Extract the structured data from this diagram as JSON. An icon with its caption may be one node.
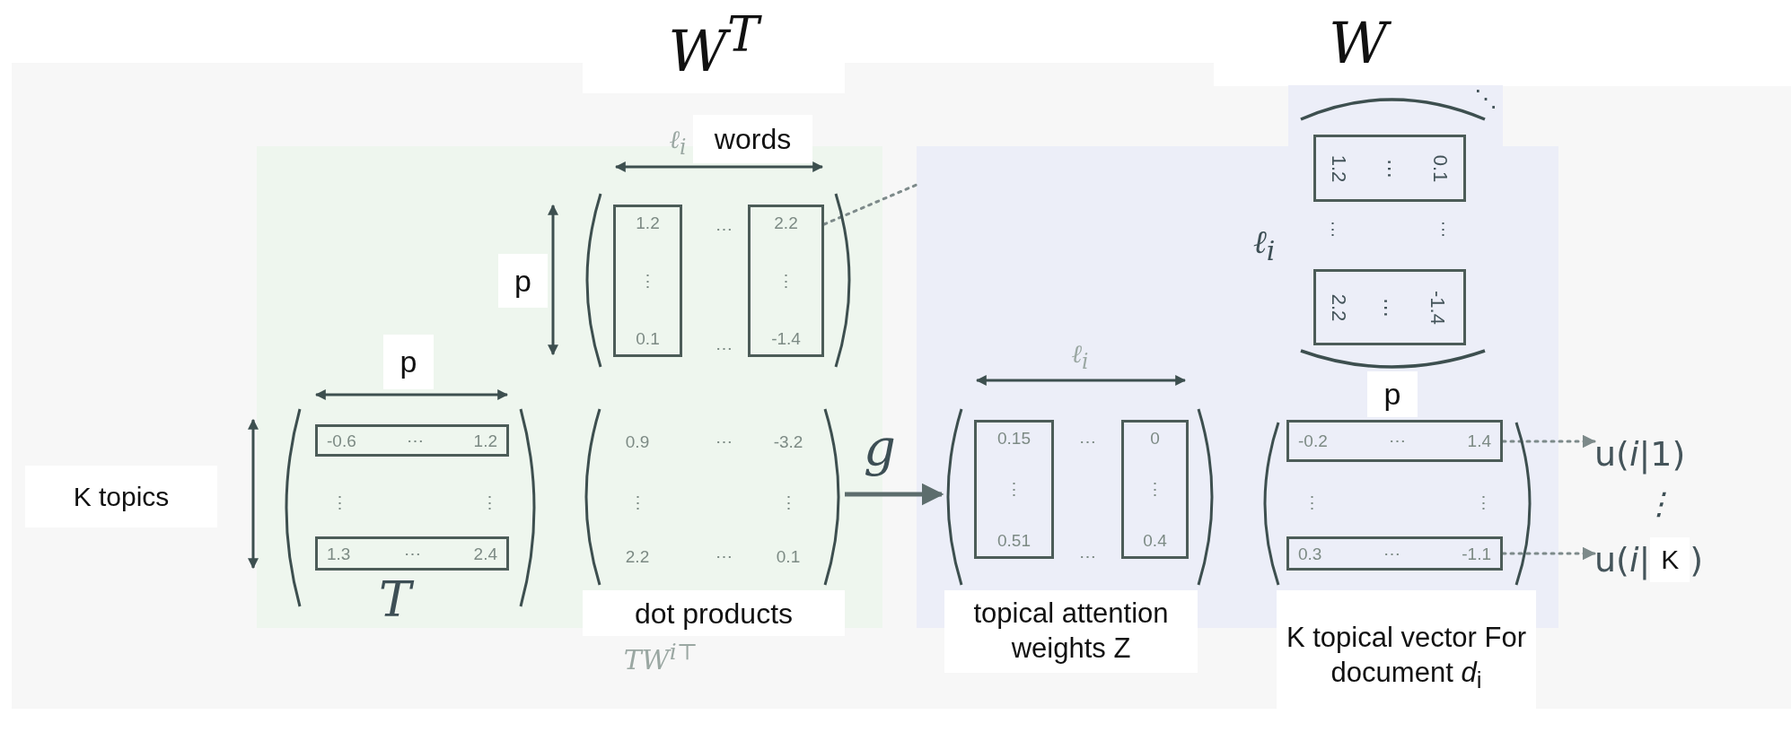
{
  "diagram": {
    "nodes": [
      {
        "text": [],
        "shape": "box"
      },
      {
        "text": [
          "⋯",
          "⋯"
        ],
        "in": 0
      },
      {
        "text": [
          "1.2",
          "⋮",
          "0.1"
        ],
        "in": 1
      },
      {
        "text": [
          "2.2",
          "⋮",
          "-1.4"
        ],
        "in": 1
      },
      {
        "text": [
          "⋮",
          "⋮"
        ],
        "in": 0
      },
      {
        "text": [
          "-0.6",
          "⋯",
          "1.2"
        ],
        "in": 4
      },
      {
        "text": [
          "1.3",
          "⋯",
          "2.4"
        ],
        "in": 4
      },
      {
        "text": [
          "0.9",
          "⋯",
          "-3.2",
          "⋮",
          "⋮",
          "2.2",
          "⋯",
          "0.1"
        ],
        "in": 0
      },
      {
        "text": [
          "⋱",
          "⋮",
          "⋮"
        ]
      },
      {
        "text": [
          "1.2",
          "⋯",
          "0.1"
        ],
        "in": 8
      },
      {
        "text": [
          "2.2",
          "⋯",
          "-1.4"
        ]
      },
      {
        "text": [],
        "shape": "box"
      },
      {
        "text": [
          "⋯",
          "⋯"
        ],
        "in": 11
      },
      {
        "text": [
          "0.15",
          "⋮",
          "0.51"
        ],
        "in": 12
      },
      {
        "text": [
          "0",
          "⋮",
          "0.4"
        ],
        "in": 12
      },
      {
        "text": [
          "⋮",
          "⋮"
        ],
        "in": 11
      },
      {
        "text": [
          "-0.2",
          "⋯",
          "1.4"
        ],
        "in": 15
      },
      {
        "text": [
          "0.3",
          "⋯",
          "-1.1"
        ],
        "in": 15
      },
      {
        "text": [
          "u(*i*|1)"
        ]
      },
      {
        "text": [
          "u(*i*|",
          "K",
          ")"
        ]
      }
    ],
    "edges": [
      {
        "from": 3,
        "to": 11,
        "arrow": "none",
        "style": "dashed"
      },
      {
        "from": 7,
        "to": 12,
        "arrow": "to",
        "label": "g"
      },
      {
        "from": 16,
        "to": 18,
        "arrow": "to",
        "style": "dashed"
      },
      {
        "from": 17,
        "to": 19,
        "arrow": "to",
        "style": "dashed"
      }
    ],
    "labels": [
      "W$^{T}$",
      "W",
      "ℓ$_{i}$",
      "words",
      "p",
      "ℓ$_{i}$",
      "p",
      "p",
      "ℓ$_{i}$",
      "K topics",
      "⋮",
      "T",
      "dot products",
      "TW$^{i⊤}$",
      "topical attention weights Z",
      "K topical vector For document *d*$_{i}$"
    ]
  }
}
